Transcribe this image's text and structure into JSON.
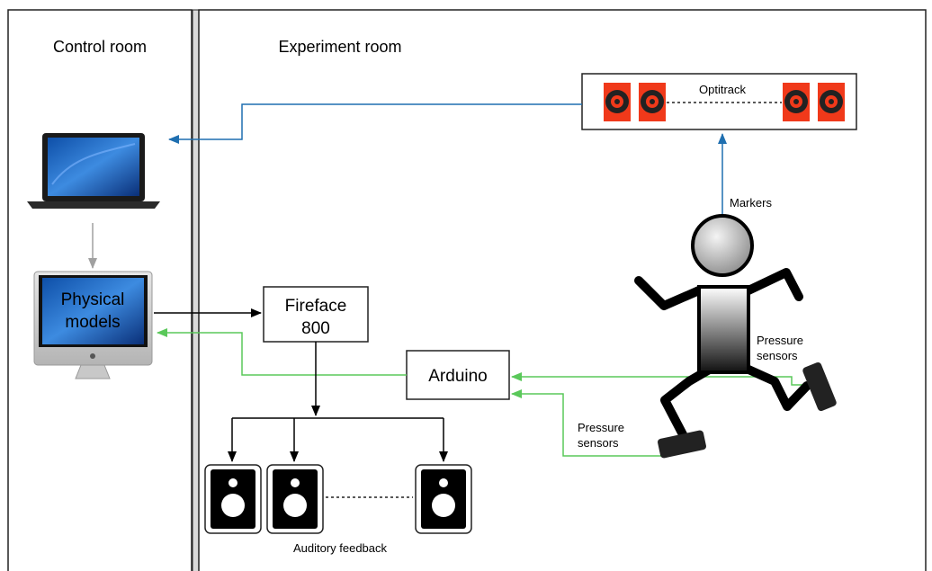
{
  "rooms": {
    "control": "Control room",
    "experiment": "Experiment room"
  },
  "devices": {
    "computer_line1": "Physical",
    "computer_line2": "models",
    "fireface_line1": "Fireface",
    "fireface_line2": "800",
    "arduino": "Arduino",
    "optitrack": "Optitrack"
  },
  "annotations": {
    "markers": "Markers",
    "pressure_top_1": "Pressure",
    "pressure_top_2": "sensors",
    "pressure_bottom_1": "Pressure",
    "pressure_bottom_2": "sensors",
    "auditory_feedback": "Auditory feedback"
  },
  "colors": {
    "blue_signal": "#1f6fb0",
    "green_signal": "#5ac85a",
    "gray_signal": "#a0a0a0",
    "camera_red": "#f0391a"
  }
}
